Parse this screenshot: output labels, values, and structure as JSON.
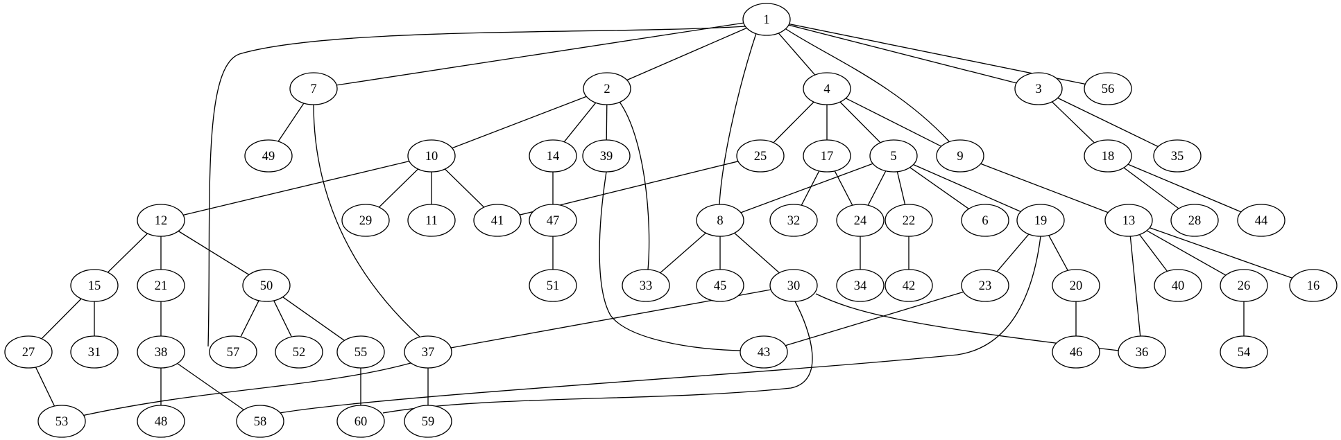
{
  "graph": {
    "type": "undirected-tree",
    "nodes": [
      "1",
      "2",
      "3",
      "4",
      "5",
      "6",
      "7",
      "8",
      "9",
      "10",
      "11",
      "12",
      "13",
      "14",
      "15",
      "16",
      "17",
      "18",
      "19",
      "20",
      "21",
      "22",
      "23",
      "24",
      "25",
      "26",
      "27",
      "28",
      "29",
      "30",
      "31",
      "32",
      "33",
      "34",
      "35",
      "36",
      "37",
      "38",
      "39",
      "40",
      "41",
      "42",
      "43",
      "44",
      "45",
      "46",
      "47",
      "48",
      "49",
      "50",
      "51",
      "52",
      "53",
      "54",
      "55",
      "56",
      "57",
      "58",
      "59",
      "60"
    ],
    "edges": [
      [
        "1",
        "7"
      ],
      [
        "1",
        "2"
      ],
      [
        "1",
        "57"
      ],
      [
        "1",
        "8"
      ],
      [
        "1",
        "4"
      ],
      [
        "1",
        "9"
      ],
      [
        "1",
        "3"
      ],
      [
        "1",
        "56"
      ],
      [
        "7",
        "49"
      ],
      [
        "7",
        "37"
      ],
      [
        "2",
        "10"
      ],
      [
        "2",
        "14"
      ],
      [
        "2",
        "39"
      ],
      [
        "2",
        "33"
      ],
      [
        "4",
        "25"
      ],
      [
        "4",
        "17"
      ],
      [
        "4",
        "5"
      ],
      [
        "4",
        "9"
      ],
      [
        "3",
        "18"
      ],
      [
        "3",
        "35"
      ],
      [
        "10",
        "12"
      ],
      [
        "10",
        "29"
      ],
      [
        "10",
        "11"
      ],
      [
        "10",
        "41"
      ],
      [
        "14",
        "47"
      ],
      [
        "39",
        "43"
      ],
      [
        "25",
        "41"
      ],
      [
        "17",
        "32"
      ],
      [
        "17",
        "24"
      ],
      [
        "5",
        "8"
      ],
      [
        "5",
        "24"
      ],
      [
        "5",
        "22"
      ],
      [
        "5",
        "6"
      ],
      [
        "5",
        "19"
      ],
      [
        "9",
        "13"
      ],
      [
        "18",
        "28"
      ],
      [
        "18",
        "44"
      ],
      [
        "12",
        "15"
      ],
      [
        "12",
        "21"
      ],
      [
        "12",
        "50"
      ],
      [
        "47",
        "51"
      ],
      [
        "8",
        "33"
      ],
      [
        "8",
        "45"
      ],
      [
        "8",
        "30"
      ],
      [
        "24",
        "34"
      ],
      [
        "22",
        "42"
      ],
      [
        "19",
        "23"
      ],
      [
        "19",
        "20"
      ],
      [
        "19",
        "58"
      ],
      [
        "13",
        "36"
      ],
      [
        "13",
        "40"
      ],
      [
        "13",
        "26"
      ],
      [
        "13",
        "16"
      ],
      [
        "15",
        "27"
      ],
      [
        "15",
        "31"
      ],
      [
        "21",
        "38"
      ],
      [
        "50",
        "57"
      ],
      [
        "50",
        "52"
      ],
      [
        "50",
        "55"
      ],
      [
        "30",
        "37"
      ],
      [
        "30",
        "60"
      ],
      [
        "30",
        "36"
      ],
      [
        "23",
        "43"
      ],
      [
        "20",
        "46"
      ],
      [
        "26",
        "54"
      ],
      [
        "27",
        "53"
      ],
      [
        "38",
        "48"
      ],
      [
        "38",
        "58"
      ],
      [
        "55",
        "60"
      ],
      [
        "37",
        "53"
      ],
      [
        "37",
        "59"
      ]
    ]
  }
}
